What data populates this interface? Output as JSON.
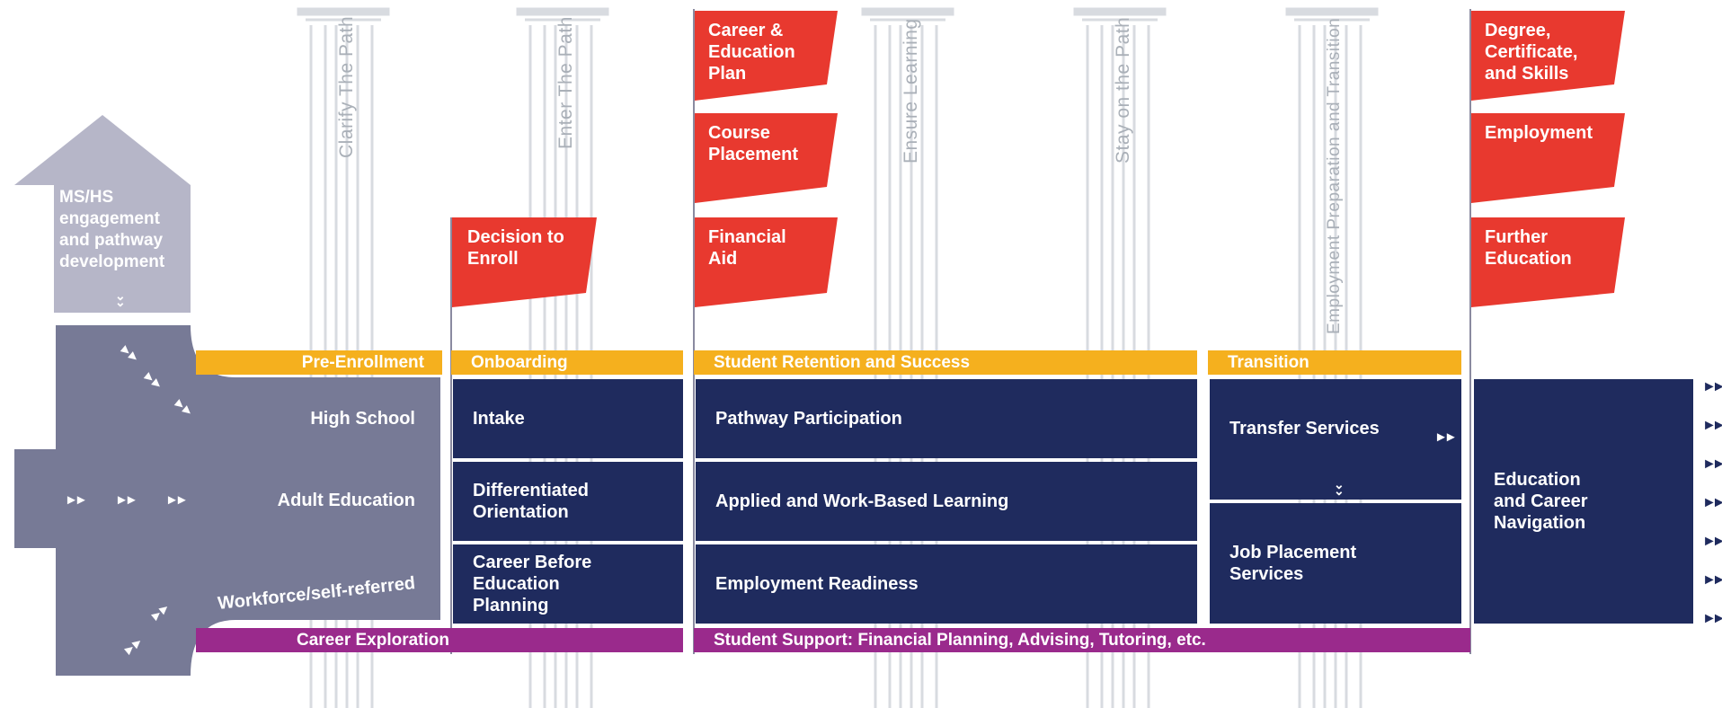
{
  "pillars": [
    {
      "id": "clarify",
      "label": "Clarify The Path"
    },
    {
      "id": "enter",
      "label": "Enter The Path"
    },
    {
      "id": "ensure",
      "label": "Ensure Learning"
    },
    {
      "id": "stay",
      "label": "Stay on the Path"
    },
    {
      "id": "employment-prep",
      "label": "Employment Preparation and Transition"
    }
  ],
  "ms_hs": "MS/HS\nengagement\nand pathway\ndevelopment",
  "entry_points": {
    "high_school": "High School",
    "adult_education": "Adult Education",
    "workforce": "Workforce/self-referred"
  },
  "phases": {
    "pre_enrollment": "Pre-Enrollment",
    "onboarding": "Onboarding",
    "retention": "Student Retention and Success",
    "transition": "Transition"
  },
  "flags": {
    "decision": "Decision to\nEnroll",
    "career_plan": "Career &\nEducation\nPlan",
    "course_placement": "Course\nPlacement",
    "financial_aid": "Financial\nAid",
    "degree": "Degree,\nCertificate,\nand Skills",
    "employment": "Employment",
    "further_education": "Further\nEducation"
  },
  "onboarding_items": {
    "intake": "Intake",
    "orientation": "Differentiated\nOrientation",
    "career_before": "Career Before\nEducation\nPlanning"
  },
  "retention_items": {
    "pathway": "Pathway Participation",
    "applied": "Applied and Work-Based Learning",
    "employment_readiness": "Employment Readiness"
  },
  "transition_items": {
    "transfer": "Transfer Services",
    "job_placement": "Job Placement\nServices"
  },
  "navigation": "Education\nand Career\nNavigation",
  "support_bars": {
    "career_exploration": "Career Exploration",
    "student_support": "Student Support: Financial Planning, Advising, Tutoring, etc."
  },
  "colors": {
    "navy": "#1f2b5e",
    "red_flag": "#e8392f",
    "yellow": "#f5b01e",
    "purple": "#9a2a8c",
    "arrow_gray": "#777a96",
    "light_arrow": "#b6b6c8",
    "pillar": "#d8dbe0"
  }
}
